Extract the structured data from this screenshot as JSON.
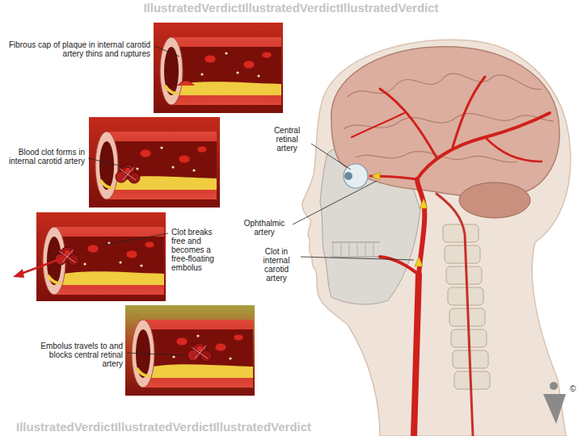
{
  "diagram": {
    "labels": [
      "IllustratedVerdictIllustratedVerdictIllustratedVerdict",
      "Fibrous cap of plaque in internal carotid artery thins and ruptures",
      "Blood clot forms in internal carotid artery",
      "Clot breaks free and becomes a free-floating embolus",
      "Embolus travels to and blocks central retinal artery",
      "Central retinal artery",
      "Ophthalmic artery",
      "Clot in internal carotid artery",
      "©",
      "IllustratedVerdictIllustratedVerdictIllustratedVerdict"
    ]
  }
}
